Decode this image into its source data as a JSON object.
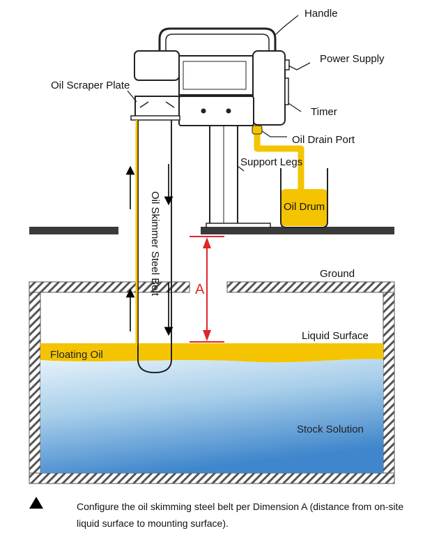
{
  "labels": {
    "handle": "Handle",
    "power_supply": "Power Supply",
    "oil_scraper_plate": "Oil Scraper Plate",
    "timer": "Timer",
    "oil_drain_port": "Oil Drain Port",
    "support_legs": "Support Legs",
    "oil_drum": "Oil Drum",
    "belt": "Oil Skimmer Steel Belt",
    "dimension": "A",
    "ground": "Ground",
    "liquid_surface": "Liquid Surface",
    "floating_oil": "Floating Oil",
    "stock_solution": "Stock Solution"
  },
  "caption": "Configure the oil skimming steel belt per Dimension A (distance from on-site liquid surface to mounting surface).",
  "colors": {
    "oil": "#f5c400",
    "dimension": "#e0262a",
    "liquid_top": "#d9ecf7",
    "liquid_bottom": "#4a8fd0",
    "ground": "#3a3a3a"
  }
}
